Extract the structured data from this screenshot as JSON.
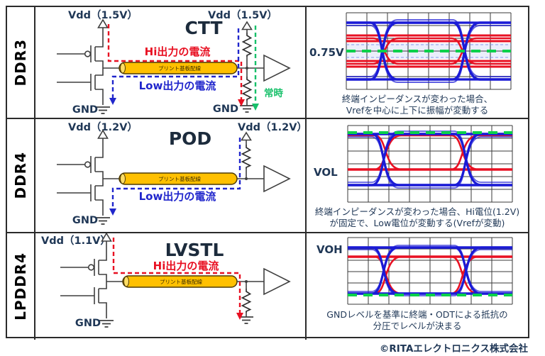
{
  "page": {
    "copyright": "©RITAエレクトロニクス株式会社"
  },
  "colors": {
    "hi_current_red": "#e81022",
    "low_current_blue": "#2026cc",
    "always_green": "#17c06a",
    "trace_yellow": "#ffc000",
    "text_navy": "#1f3756",
    "eye_blue": "#1b1bd6",
    "eye_red": "#e81123",
    "vref_green": "#0bd14b"
  },
  "rows": [
    {
      "label": "DDR3",
      "circuit": {
        "title": "CTT",
        "vdd_left": "Vdd（1.5V）",
        "vdd_right": "Vdd（1.5V）",
        "gnd_left": "GND",
        "gnd_right": "GND",
        "hi_label": "Hi出力の電流",
        "low_label": "Low出力の電流",
        "trace_label": "プリント基板配線",
        "always_label": "常時"
      },
      "eye": {
        "level": "0.75V",
        "caption1": "終端インピーダンスが変わった場合、",
        "caption2": "Vrefを中心に上下に振幅が変動する"
      }
    },
    {
      "label": "DDR4",
      "circuit": {
        "title": "POD",
        "vdd_left": "Vdd（1.2V）",
        "vdd_right": "Vdd（1.2V）",
        "gnd_left": "GND",
        "low_label": "Low出力の電流",
        "trace_label": "プリント基板配線"
      },
      "eye": {
        "level": "VOL",
        "caption1": "終端インピーダンスが変わった場合、Hi電位(1.2V)",
        "caption2": "が固定で、Low電位が変動する(Vrefが変動)"
      }
    },
    {
      "label": "LPDDR4",
      "circuit": {
        "title": "LVSTL",
        "vdd_left": "Vdd（1.1V）",
        "gnd_left": "GND",
        "hi_label": "Hi出力の電流",
        "trace_label": "プリント基板配線"
      },
      "eye": {
        "level": "VOH",
        "caption1": "GNDレベルを基準に終端・ODTによる抵抗の",
        "caption2": "分圧でレベルが決まる"
      }
    }
  ]
}
